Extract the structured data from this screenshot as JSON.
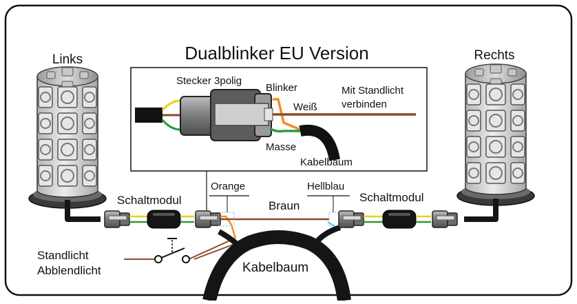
{
  "title": "Dualblinker EU Version",
  "left_lamp_label": "Links",
  "right_lamp_label": "Rechts",
  "inset": {
    "connector_label": "Stecker 3polig",
    "blinker_label": "Blinker",
    "weiss_label": "Weiß",
    "standlicht_label_line1": "Mit Standlicht",
    "standlicht_label_line2": "verbinden",
    "masse_label": "Masse",
    "harness_label": "Kabelbaum"
  },
  "main": {
    "left_module_label": "Schaltmodul",
    "right_module_label": "Schaltmodul",
    "orange_label": "Orange",
    "hellblau_label": "Hellblau",
    "braun_label": "Braun",
    "standlicht_label": "Standlicht",
    "abblendlicht_label": "Abblendlicht",
    "harness_label": "Kabelbaum"
  },
  "colors": {
    "frame": "#111111",
    "wire_brown": "#8b4a2b",
    "wire_orange": "#f28c1e",
    "wire_green": "#2c9a3c",
    "wire_yellow": "#e8d21a",
    "wire_lightblue": "#7cc3ea",
    "cable_black": "#151515",
    "connector_grey": "#8f8f8f",
    "lamp_grey": "#cfcfcf"
  },
  "icons": [
    "lamp-left-icon",
    "lamp-right-icon",
    "connector-icon",
    "switch-module-icon",
    "switch-icon"
  ]
}
